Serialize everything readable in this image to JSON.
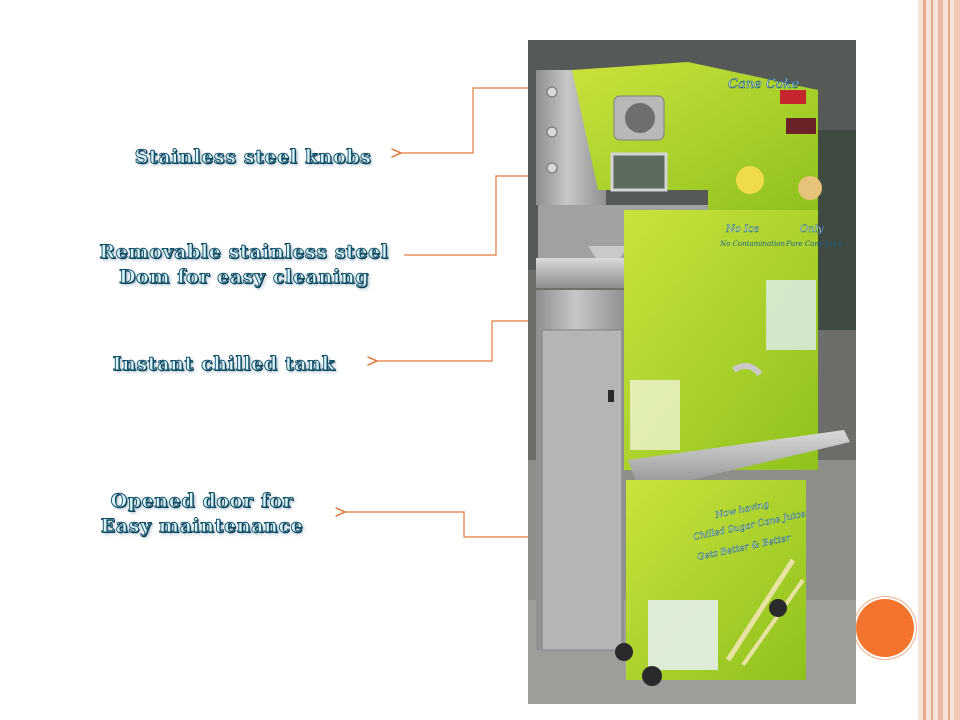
{
  "labels": {
    "knobs": "Stainless steel knobs",
    "dom_line1": "Removable stainless steel",
    "dom_line2": "Dom for easy cleaning",
    "tank": "Instant chilled  tank",
    "door_line1": "Opened door for",
    "door_line2": "Easy maintenance"
  },
  "photo": {
    "brand": "Cane Coke",
    "panel_left_1": "No Ice",
    "panel_left_2": "No Contamination",
    "panel_right_1": "Only",
    "panel_right_2": "Pure Cane Juice",
    "lower_1": "Now having",
    "lower_2": "Chilled Sugar Cane Juice",
    "lower_3": "Gets Better & Better"
  },
  "colors": {
    "callout_line": "#e07a3f",
    "accent_dot": "#f5742d",
    "machine_green": "#b8d92c",
    "steel": "#a7a9a8"
  }
}
